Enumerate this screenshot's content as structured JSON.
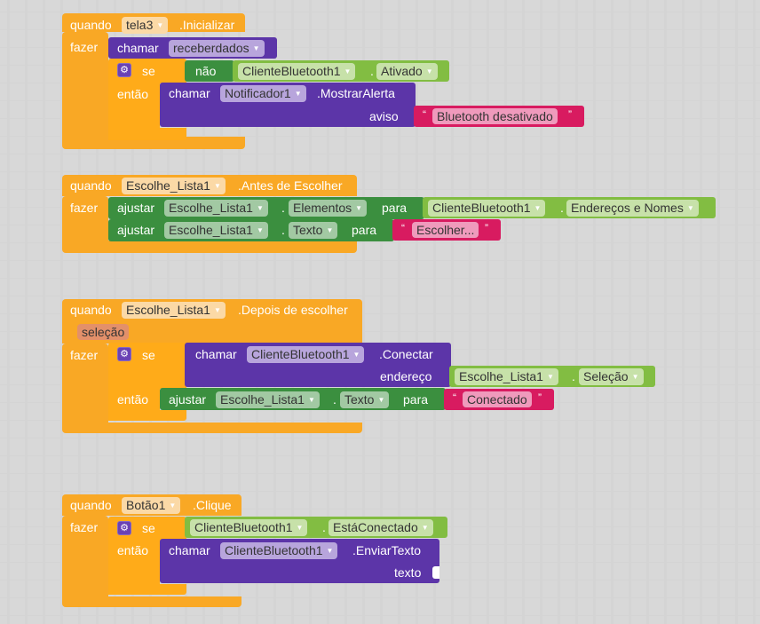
{
  "workspace": {
    "blocks": [
      {
        "event": {
          "when": "quando",
          "component": "tela3",
          "event": ".Inicializar",
          "do": "fazer"
        },
        "call": {
          "keyword": "chamar",
          "procedure": "receberdados"
        },
        "if": {
          "if_label": "se",
          "then_label": "então"
        },
        "not": {
          "label": "não",
          "component": "ClienteBluetooth1",
          "property": "Ativado"
        },
        "alert": {
          "keyword": "chamar",
          "component": "Notificador1",
          "method": ".MostrarAlerta",
          "param": "aviso",
          "text": "Bluetooth desativado"
        }
      },
      {
        "event": {
          "when": "quando",
          "component": "Escolhe_Lista1",
          "event": ".Antes de Escolher",
          "do": "fazer"
        },
        "set1": {
          "keyword": "ajustar",
          "component": "Escolhe_Lista1",
          "property": "Elementos",
          "to": "para",
          "value_component": "ClienteBluetooth1",
          "value_property": "Endereços e Nomes"
        },
        "set2": {
          "keyword": "ajustar",
          "component": "Escolhe_Lista1",
          "property": "Texto",
          "to": "para",
          "text": "Escolher..."
        }
      },
      {
        "event": {
          "when": "quando",
          "component": "Escolhe_Lista1",
          "event": ".Depois de escolher",
          "param": "seleção",
          "do": "fazer"
        },
        "if": {
          "if_label": "se",
          "then_label": "então"
        },
        "connect": {
          "keyword": "chamar",
          "component": "ClienteBluetooth1",
          "method": ".Conectar",
          "param": "endereço",
          "value_component": "Escolhe_Lista1",
          "value_property": "Seleção"
        },
        "set": {
          "keyword": "ajustar",
          "component": "Escolhe_Lista1",
          "property": "Texto",
          "to": "para",
          "text": "Conectado"
        }
      },
      {
        "event": {
          "when": "quando",
          "component": "Botão1",
          "event": ".Clique",
          "do": "fazer"
        },
        "if": {
          "if_label": "se",
          "then_label": "então"
        },
        "cond": {
          "component": "ClienteBluetooth1",
          "property": "EstáConectado"
        },
        "send": {
          "keyword": "chamar",
          "component": "ClienteBluetooth1",
          "method": ".EnviarTexto",
          "param": "texto"
        }
      }
    ]
  },
  "icons": {
    "dropdown": "▼",
    "gear": "⚙",
    "quote_open": "“",
    "quote_close": "”"
  },
  "colors": {
    "event": "#f9a825",
    "control": "#ffab19",
    "procedure": "#5c35a8",
    "setter": "#3b8f3f",
    "getter": "#82bd42",
    "text": "#d81b60"
  }
}
